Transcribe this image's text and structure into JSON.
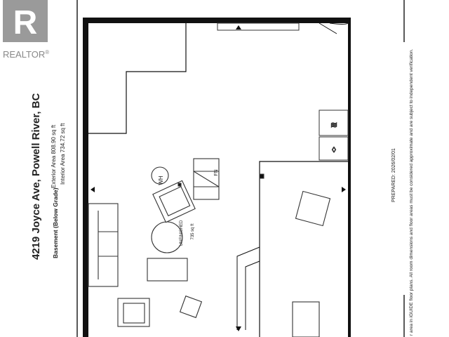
{
  "logo": {
    "text": "REALTOR",
    "mark": "®",
    "letter": "R"
  },
  "header": {
    "address": "4219 Joyce Ave, Powell River, BC",
    "level": "Basement (Below Grade)",
    "exterior_area": "Exterior Area 808.90 sq ft",
    "interior_area": "Interior Area 734.72 sq ft"
  },
  "footer": {
    "prepared": "PREPARED: 2026/02/01",
    "disclaimer": "r area in iGUIDE floor plans. All room dimensions and floor areas must be considered approximate and are subject to independent verification."
  },
  "plan": {
    "room_name": "UNFINISHED",
    "room_area": "735 sq ft",
    "water_heater": "WH",
    "furnace": "FN"
  },
  "colors": {
    "wall": "#111111",
    "line": "#333333",
    "logo": "#8a8a8a"
  }
}
